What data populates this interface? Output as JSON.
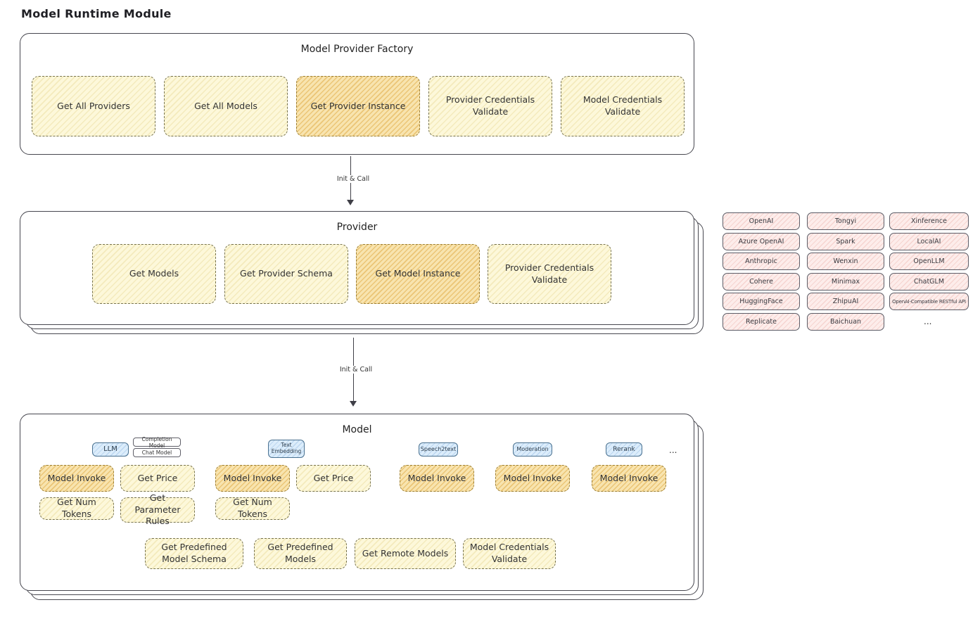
{
  "page": {
    "title": "Model Runtime Module"
  },
  "arrows": {
    "label1": "Init & Call",
    "label2": "Init & Call"
  },
  "colors": {
    "node_fill": "#fdf8da",
    "highlight_fill": "#f8e4af",
    "vendor_fill": "#fdedeb",
    "chip_fill": "#dcedfb",
    "stroke": "#47474f"
  },
  "factory": {
    "title": "Model Provider Factory",
    "items": [
      {
        "label": "Get All Providers"
      },
      {
        "label": "Get All Models"
      },
      {
        "label": "Get Provider Instance"
      },
      {
        "label": "Provider Credentials Validate"
      },
      {
        "label": "Model Credentials Validate"
      }
    ]
  },
  "provider": {
    "title": "Provider",
    "items": [
      {
        "label": "Get Models"
      },
      {
        "label": "Get Provider Schema"
      },
      {
        "label": "Get Model Instance"
      },
      {
        "label": "Provider Credentials Validate"
      }
    ]
  },
  "vendors": {
    "col1": [
      "OpenAI",
      "Azure OpenAI",
      "Anthropic",
      "Cohere",
      "HuggingFace",
      "Replicate"
    ],
    "col2": [
      "Tongyi",
      "Spark",
      "Wenxin",
      "Minimax",
      "ZhipuAI",
      "Baichuan"
    ],
    "col3": [
      "Xinference",
      "LocalAI",
      "OpenLLM",
      "ChatGLM",
      "OpenAI-Compatible RESTful API"
    ],
    "more": "..."
  },
  "model": {
    "title": "Model",
    "chips": {
      "llm": "LLM",
      "completion": "Completion Model",
      "chat": "Chat Model",
      "embedding": "Text Embedding",
      "speech": "Speech2text",
      "moderation": "Moderation",
      "rerank": "Rerank",
      "more": "..."
    },
    "functions": {
      "llm": [
        "Model Invoke",
        "Get Price",
        "Get Num Tokens",
        "Get Parameter Rules"
      ],
      "embedding": [
        "Model Invoke",
        "Get Price",
        "Get Num Tokens"
      ],
      "speech2text": [
        "Model Invoke"
      ],
      "moderation": [
        "Model Invoke"
      ],
      "rerank": [
        "Model Invoke"
      ],
      "shared": [
        "Get Predefined Model Schema",
        "Get Predefined Models",
        "Get Remote Models",
        "Model Credentials Validate"
      ]
    }
  }
}
